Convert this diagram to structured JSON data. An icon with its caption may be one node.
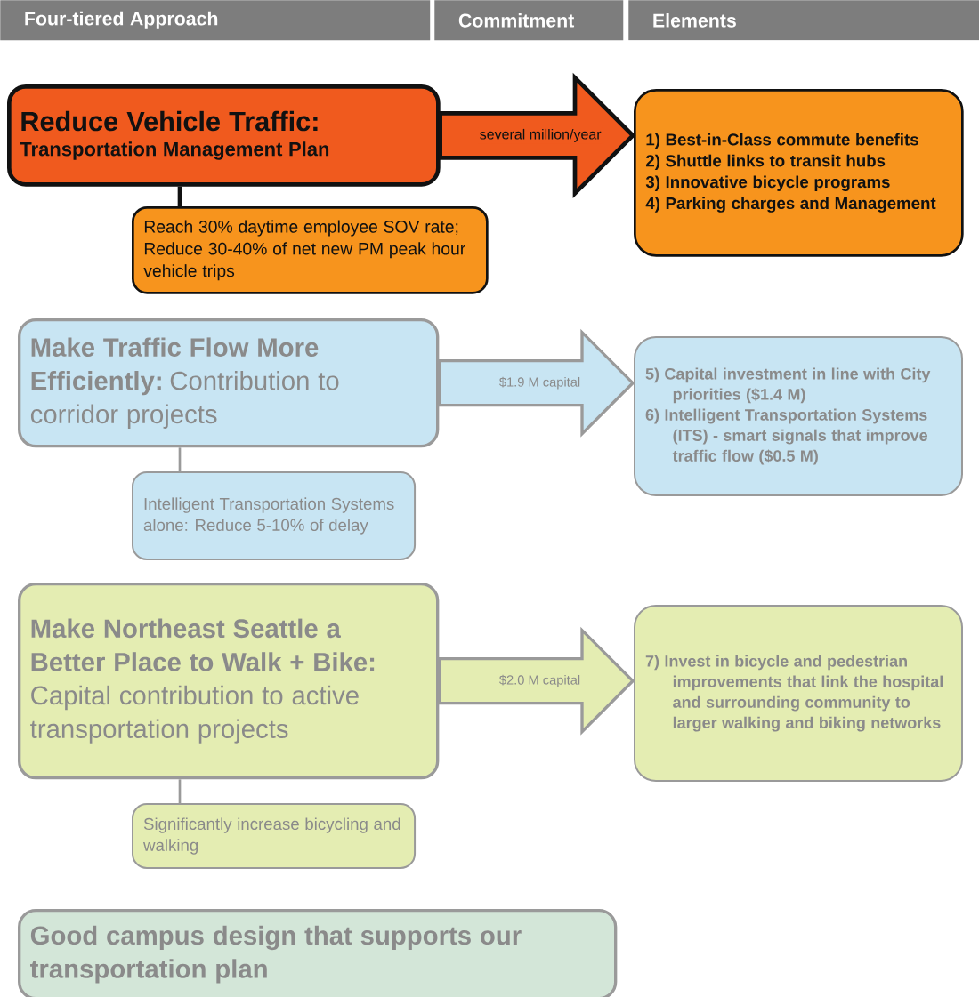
{
  "diagram": {
    "nodes": [
      {
        "text": [
          "Four-tiered Approach"
        ]
      },
      {
        "text": [
          "Commitment"
        ]
      },
      {
        "text": [
          "Elements"
        ]
      },
      {
        "text": [
          "Reduce Vehicle Traffic:",
          "Transportation Management Plan"
        ]
      },
      {
        "text": [
          "Reach 30% daytime employee SOV rate; Reduce 30-40% of net new PM peak hour vehicle trips"
        ]
      },
      {
        "text": [
          "1) Best-in-Class commute benefits",
          "2) Shuttle links to transit hubs",
          "3) Innovative bicycle programs",
          "4) Parking charges and Management"
        ]
      },
      {
        "text": [
          "**Make Traffic Flow More Efficiently:** Contribution to corridor projects"
        ]
      },
      {
        "text": [
          "Intelligent Transportation Systems alone: Reduce 5-10% of delay"
        ]
      },
      {
        "text": [
          "5) Capital investment in line with City priorities ($1.4 M)",
          "6) Intelligent Transportation Systems (ITS) - smart signals that improve traffic flow ($0.5 M)"
        ]
      },
      {
        "text": [
          "**Make Northeast Seattle a Better Place to Walk + Bike:** Capital contribution to active transportation projects"
        ]
      },
      {
        "text": [
          "Significantly increase bicycling and walking"
        ]
      },
      {
        "text": [
          "7) Invest in bicycle and pedestrian improvements that link the hospital and surrounding community to larger walking and biking networks"
        ]
      },
      {
        "text": [
          "Good campus design that supports our transportation plan"
        ]
      }
    ],
    "edges": [
      {
        "from": 3,
        "to": 5,
        "arrow": "to",
        "label": "several million/year",
        "style": "thick"
      },
      {
        "from": 3,
        "to": 4,
        "arrow": "none",
        "color": "#111111"
      },
      {
        "from": 6,
        "to": 8,
        "arrow": "to",
        "label": "$1.9 M capital",
        "style": "thick"
      },
      {
        "from": 6,
        "to": 7,
        "arrow": "none"
      },
      {
        "from": 9,
        "to": 11,
        "arrow": "to",
        "label": "$2.0 M capital",
        "style": "thick"
      },
      {
        "from": 9,
        "to": 10,
        "arrow": "none"
      }
    ]
  }
}
